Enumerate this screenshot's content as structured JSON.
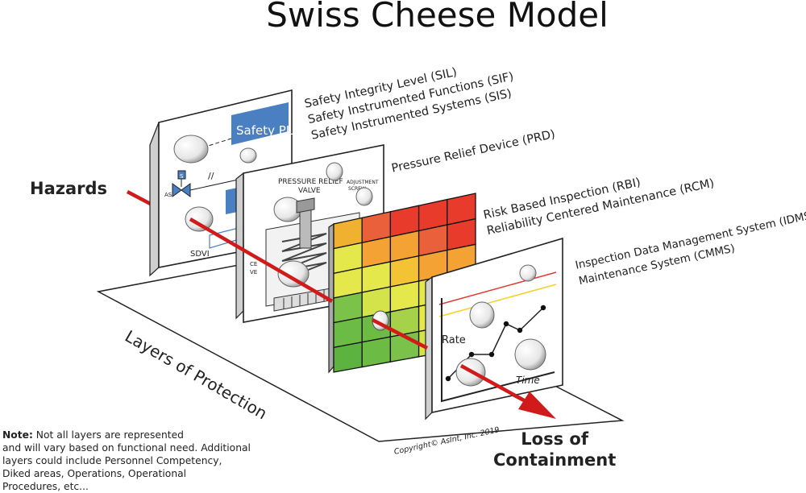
{
  "title": "Swiss Cheese Model",
  "hazards_label": "Hazards",
  "loss_label_line1": "Loss of",
  "loss_label_line2": "Containment",
  "base_label": "Layers of Protection",
  "copyright": "Copyright© AsInt, Inc. 2019",
  "note": {
    "prefix": "Note:",
    "line1": " Not all layers are represented",
    "line2": "and will vary based on functional need.  Additional",
    "line3": "layers could include Personnel Competency,",
    "line4": "Diked areas, Operations, Operational",
    "line5": "Procedures, etc..."
  },
  "layers": [
    {
      "lines": [
        "Safety Integrity Level (SIL)",
        "Safety Instrumented Functions (SIF)",
        "Safety Instrumented Systems (SIS)"
      ],
      "panel_text": {
        "plc": "Safety PLC",
        "as": "AS",
        "s": "S",
        "sdvi": "SDVI"
      }
    },
    {
      "lines": [
        "Pressure Relief Device (PRD)"
      ],
      "panel_text": {
        "header1": "PRESSURE RELIEF",
        "header2": "VALVE",
        "adj1": "ADJUSTMENT",
        "adj2": "SCREW",
        "side1": "CE",
        "side2": "VE"
      }
    },
    {
      "lines": [
        "Risk Based Inspection (RBI)",
        "Reliability Centered Maintenance (RCM)"
      ]
    },
    {
      "lines": [
        "Inspection Data Management System (IDMS)",
        "Maintenance System (CMMS)"
      ],
      "panel_text": {
        "rate": "Rate",
        "time": "Time"
      }
    }
  ],
  "risk_matrix": [
    [
      "#f0b030",
      "#e9603a",
      "#e83b2b",
      "#e83b2b",
      "#e83b2b"
    ],
    [
      "#e5e84a",
      "#f3a233",
      "#f3a233",
      "#e9603a",
      "#e83b2b"
    ],
    [
      "#e5e84a",
      "#e5e84a",
      "#f3c333",
      "#f3a233",
      "#f3a233"
    ],
    [
      "#7bc24b",
      "#d4e34a",
      "#e5e84a",
      "#e5e84a",
      "#f3a233"
    ],
    [
      "#6cbb45",
      "#6cbb45",
      "#a6d24a",
      "#e5e84a",
      "#e5e84a"
    ],
    [
      "#5cb33f",
      "#6cbb45",
      "#7bc24b",
      "#d4e34a",
      "#e5e84a"
    ]
  ],
  "colors": {
    "arrow": "#d11a1a",
    "plc_box": "#4a7fc1",
    "trend_red": "#e53935",
    "trend_yellow": "#f2d21e"
  }
}
